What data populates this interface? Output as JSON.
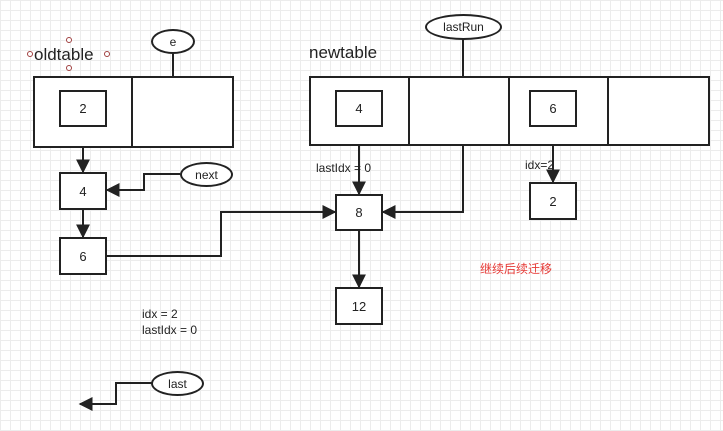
{
  "labels": {
    "oldtable": "oldtable",
    "newtable": "newtable",
    "lastidx_zero": "lastIdx = 0",
    "idx_two": "idx=2",
    "idx_two_b": "idx = 2",
    "lastidx_zero_b": "lastIdx = 0",
    "continue_migrate": "继续后续迁移"
  },
  "pointers": {
    "e": "e",
    "next": "next",
    "lastRun": "lastRun",
    "last": "last"
  },
  "old_chain": [
    "2",
    "4",
    "6"
  ],
  "new_table_heads": [
    "4",
    "6"
  ],
  "new_chain": [
    "8",
    "12"
  ],
  "new_slot2_node": "2",
  "colors": {
    "line": "#222222",
    "accent": "#e53935"
  }
}
